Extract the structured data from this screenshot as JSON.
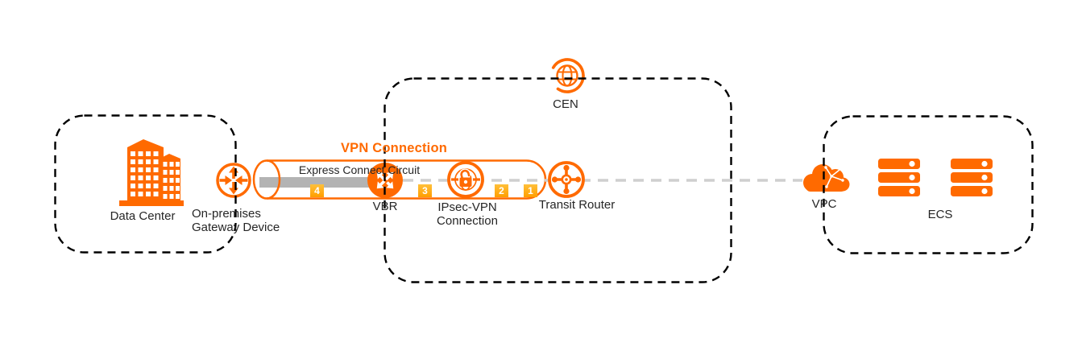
{
  "diagram_title": "VPN Connection",
  "groups": {
    "data_center_box": {
      "label": ""
    },
    "cen_box": {
      "label": ""
    },
    "vpc_box": {
      "label": ""
    }
  },
  "nodes": {
    "data_center": {
      "label": "Data Center"
    },
    "gateway": {
      "line1": "On-premises",
      "line2": "Gateway Device"
    },
    "express_connect": {
      "label": "Express Connect Circuit"
    },
    "vbr": {
      "label": "VBR"
    },
    "ipsec": {
      "line1": "IPsec-VPN",
      "line2": "Connection"
    },
    "transit_router": {
      "label": "Transit Router"
    },
    "cen": {
      "label": "CEN"
    },
    "vpc": {
      "label": "VPC"
    },
    "ecs": {
      "label": "ECS"
    }
  },
  "badges": [
    {
      "label": "4"
    },
    {
      "label": "3"
    },
    {
      "label": "2"
    },
    {
      "label": "1"
    }
  ],
  "colors": {
    "accent_orange": "#FF6A00",
    "badge_amber": "#FFA90E",
    "circuit_bar_gray": "#B3B3B3",
    "connector_gray": "#CFCFCF",
    "box_border": "#000000",
    "text": "#262626",
    "background": "#FFFFFF"
  }
}
